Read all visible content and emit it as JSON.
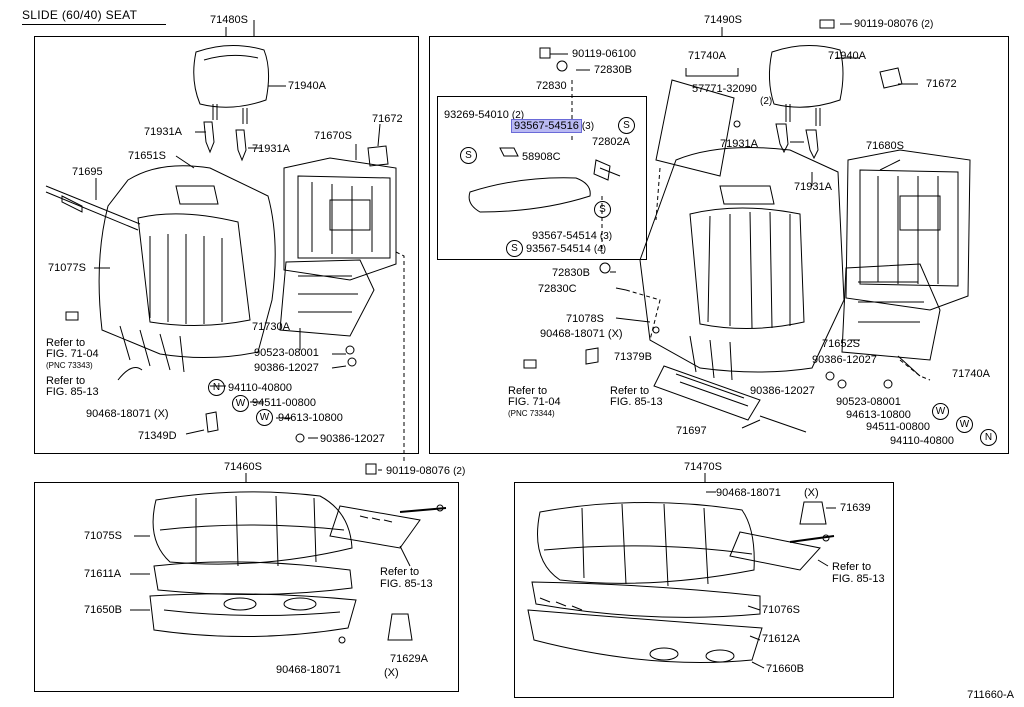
{
  "header": {
    "title": "SLIDE (60/40) SEAT"
  },
  "figure_number": "711660-A",
  "boxes": {
    "left_back": "71480S",
    "right_back": "71490S",
    "left_cushion": "71460S",
    "right_cushion": "71470S"
  },
  "left_back": {
    "headrest": "71940A",
    "support1": "71931A",
    "support2": "71931A",
    "cover": "71651S",
    "frame": "71670S",
    "cap": "71672",
    "hinge": "71695",
    "pad": "71077S",
    "board": "71730A",
    "refer1": [
      "Refer to",
      "FIG. 71-04",
      "(PNC 73343)"
    ],
    "refer2": [
      "Refer to",
      "FIG. 85-13"
    ],
    "p1": "90523-08001",
    "p2": "90386-12027",
    "p3": "94110-40800",
    "p4": "94511-00800",
    "p5": "94613-10800",
    "p6": "90386-12027",
    "p7": "90468-18071",
    "p7x": "(X)",
    "p8": "71349D",
    "p9": "90119-08076",
    "p9q": "(2)"
  },
  "right_back": {
    "top_bolt": "90119-08076",
    "top_bolt_q": "(2)",
    "bolt2": "90119-06100",
    "nut": "72830B",
    "board": "71740A",
    "headrest": "71940A",
    "cap": "71672",
    "armrest": "72830",
    "screw_a": "57771-32090",
    "screw_a_q": "(2)",
    "inset": {
      "a": "93269-54010",
      "a_q": "(2)",
      "b": "93567-54516",
      "b_q": "(3)",
      "c": "72802A",
      "d": "58908C",
      "e": "93567-54514",
      "e_q": "(3)",
      "f": "93567-54514",
      "f_q": "(4)"
    },
    "support1": "71931A",
    "support2": "71931A",
    "frame": "71680S",
    "nut2": "72830B",
    "armcover": "72830C",
    "pad": "71078S",
    "p1": "90468-18071",
    "p1x": "(X)",
    "p2": "71379B",
    "cover": "71652S",
    "p3": "90386-12027",
    "refer1": [
      "Refer to",
      "FIG. 71-04",
      "(PNC 73344)"
    ],
    "refer2": [
      "Refer to",
      "FIG. 85-13"
    ],
    "p4": "90386-12027",
    "p5": "90523-08001",
    "p6": "94613-10800",
    "p7": "94511-00800",
    "p8": "94110-40800",
    "hinge": "71697"
  },
  "left_cushion": {
    "cover": "71075S",
    "pad": "71611A",
    "frame": "71650B",
    "refer": [
      "Refer to",
      "FIG. 85-13"
    ],
    "p1": "90468-18071",
    "p1x": "(X)",
    "p2": "71629A"
  },
  "right_cushion": {
    "p1": "90468-18071",
    "p1x": "(X)",
    "p2": "71639",
    "refer": [
      "Refer to",
      "FIG. 85-13"
    ],
    "cover": "71076S",
    "pad": "71612A",
    "frame": "71660B"
  },
  "symbols": {
    "S": "S",
    "W": "W",
    "N": "N"
  }
}
